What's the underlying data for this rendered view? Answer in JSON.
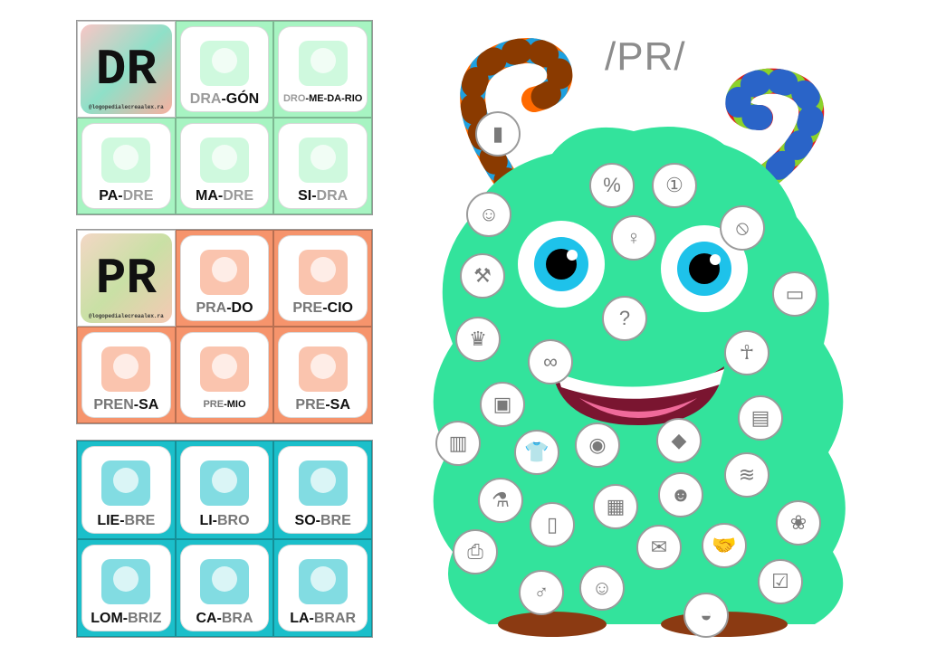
{
  "sections": [
    {
      "name": "dr",
      "cover": "DR",
      "watermark": "@logopedialecreaalex.ra",
      "color": "#a7f4c2",
      "border": "#4fae6c",
      "tiles": [
        {
          "word": "dragon",
          "icon": "dragon-icon",
          "parts": [
            {
              "t": "DRA",
              "c": "g"
            },
            {
              "t": "-GÓN",
              "c": "b"
            }
          ]
        },
        {
          "word": "dromedario",
          "icon": "camel-icon",
          "small": true,
          "parts": [
            {
              "t": "DRO",
              "c": "g"
            },
            {
              "t": "-ME-DA-RIO",
              "c": "b"
            }
          ]
        },
        {
          "word": "padre",
          "icon": "father-icon",
          "parts": [
            {
              "t": "PA-",
              "c": "b"
            },
            {
              "t": "DRE",
              "c": "g"
            }
          ]
        },
        {
          "word": "madre",
          "icon": "mother-icon",
          "parts": [
            {
              "t": "MA-",
              "c": "b"
            },
            {
              "t": "DRE",
              "c": "g"
            }
          ]
        },
        {
          "word": "sidra",
          "icon": "bottle-icon",
          "parts": [
            {
              "t": "SI-",
              "c": "b"
            },
            {
              "t": "DRA",
              "c": "g"
            }
          ]
        }
      ]
    },
    {
      "name": "pr",
      "cover": "PR",
      "watermark": "@logopedialecreaalex.ra",
      "color": "#f6946c",
      "border": "#e07a52",
      "tiles": [
        {
          "word": "prado",
          "icon": "meadow-icon",
          "parts": [
            {
              "t": "PRA",
              "c": "g2"
            },
            {
              "t": "-DO",
              "c": "b"
            }
          ]
        },
        {
          "word": "precio",
          "icon": "price-tag-icon",
          "parts": [
            {
              "t": "PRE",
              "c": "g2"
            },
            {
              "t": "-CIO",
              "c": "b"
            }
          ]
        },
        {
          "word": "prensa",
          "icon": "newspaper-icon",
          "parts": [
            {
              "t": "PREN",
              "c": "g2"
            },
            {
              "t": "-SA",
              "c": "b"
            }
          ]
        },
        {
          "word": "premio",
          "icon": "medal-icon",
          "small": true,
          "parts": [
            {
              "t": "PRE",
              "c": "g2"
            },
            {
              "t": "-MIO",
              "c": "b"
            }
          ]
        },
        {
          "word": "presa",
          "icon": "dam-icon",
          "parts": [
            {
              "t": "PRE",
              "c": "g2"
            },
            {
              "t": "-SA",
              "c": "b"
            }
          ]
        }
      ]
    },
    {
      "name": "br",
      "color": "#1bbfca",
      "border": "#139aa3",
      "tiles": [
        {
          "word": "liebre",
          "icon": "rabbit-icon",
          "parts": [
            {
              "t": "LIE-",
              "c": "b"
            },
            {
              "t": "BRE",
              "c": "g2"
            }
          ]
        },
        {
          "word": "libro",
          "icon": "books-icon",
          "parts": [
            {
              "t": "LI-",
              "c": "b"
            },
            {
              "t": "BRO",
              "c": "g2"
            }
          ]
        },
        {
          "word": "sobre",
          "icon": "envelope-icon",
          "parts": [
            {
              "t": "SO-",
              "c": "b"
            },
            {
              "t": "BRE",
              "c": "g2"
            }
          ]
        },
        {
          "word": "lombriz",
          "icon": "worm-icon",
          "parts": [
            {
              "t": "LOM-",
              "c": "b"
            },
            {
              "t": "BRIZ",
              "c": "g2"
            }
          ]
        },
        {
          "word": "cabra",
          "icon": "goat-icon",
          "parts": [
            {
              "t": "CA-",
              "c": "b"
            },
            {
              "t": "BRA",
              "c": "g2"
            }
          ]
        },
        {
          "word": "labrar",
          "icon": "farm-field-icon",
          "parts": [
            {
              "t": "LA-",
              "c": "b"
            },
            {
              "t": "BRAR",
              "c": "g2"
            }
          ]
        }
      ]
    }
  ],
  "monster": {
    "title": "/PR/",
    "body_color": "#33e39c",
    "hidden_items": [
      {
        "icon": "popsicle-icon",
        "glyph": "▮"
      },
      {
        "icon": "baby-icon",
        "glyph": "☺"
      },
      {
        "icon": "price-tag-icon",
        "glyph": "%"
      },
      {
        "icon": "medal-icon",
        "glyph": "①"
      },
      {
        "icon": "prohibited-icon",
        "glyph": "⦸"
      },
      {
        "icon": "teacher-icon",
        "glyph": "♀"
      },
      {
        "icon": "workshop-icon",
        "glyph": "⚒"
      },
      {
        "icon": "wallet-icon",
        "glyph": "▭"
      },
      {
        "icon": "question-icon",
        "glyph": "?"
      },
      {
        "icon": "princess-icon",
        "glyph": "♛"
      },
      {
        "icon": "binoculars-icon",
        "glyph": "∞"
      },
      {
        "icon": "praying-icon",
        "glyph": "☥"
      },
      {
        "icon": "news-anchor-icon",
        "glyph": "▣"
      },
      {
        "icon": "newspaper-icon",
        "glyph": "▤"
      },
      {
        "icon": "prison-icon",
        "glyph": "▥"
      },
      {
        "icon": "clothes-icon",
        "glyph": "👕"
      },
      {
        "icon": "projector-icon",
        "glyph": "◉"
      },
      {
        "icon": "folder-icon",
        "glyph": "◆"
      },
      {
        "icon": "dam-icon",
        "glyph": "≋"
      },
      {
        "icon": "lab-icon",
        "glyph": "⚗"
      },
      {
        "icon": "field-icon",
        "glyph": "▦"
      },
      {
        "icon": "worker-icon",
        "glyph": "☻"
      },
      {
        "icon": "bottle-icon",
        "glyph": "▯"
      },
      {
        "icon": "plant-calendar-icon",
        "glyph": "❀"
      },
      {
        "icon": "printer-icon",
        "glyph": "⎙"
      },
      {
        "icon": "gift-icon",
        "glyph": "✉"
      },
      {
        "icon": "handshake-icon",
        "glyph": "🤝"
      },
      {
        "icon": "checklist-icon",
        "glyph": "☑"
      },
      {
        "icon": "man-icon",
        "glyph": "♂"
      },
      {
        "icon": "clown-icon",
        "glyph": "☺"
      },
      {
        "icon": "juicer-icon",
        "glyph": "◒"
      }
    ]
  }
}
